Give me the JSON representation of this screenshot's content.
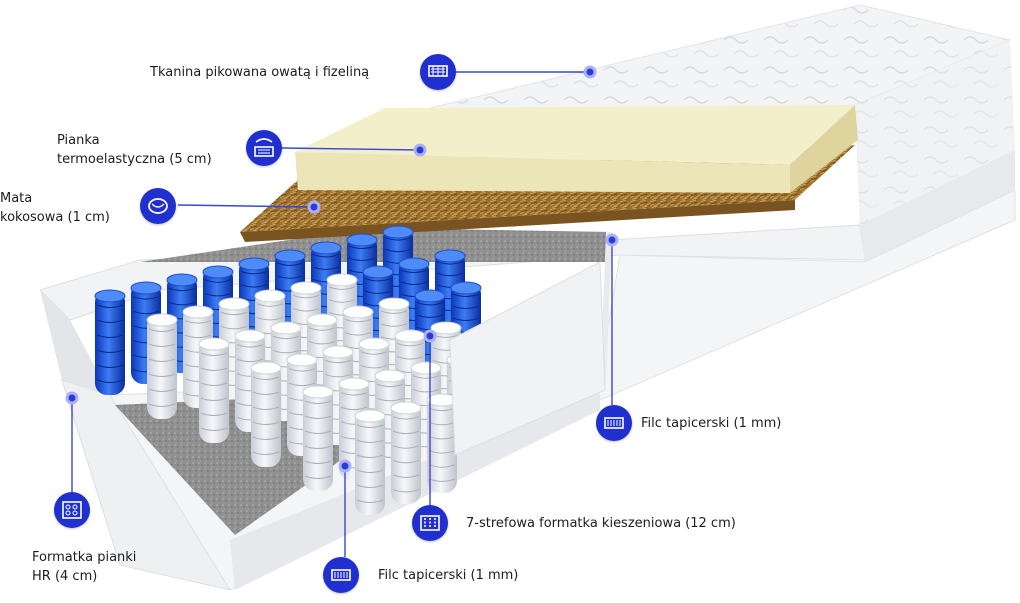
{
  "labels": {
    "quilted_fabric": "Tkanina pikowana owatą i fizeliną",
    "foam_line1": "Pianka",
    "foam_line2": "termoelastyczna (5 cm)",
    "coconut_line1": "Mata",
    "coconut_line2": "kokosowa (1 cm)",
    "felt_right": "Filc tapicerski (1 mm)",
    "pocket_springs": "7-strefowa formatka kieszeniowa (12 cm)",
    "felt_bottom": "Filc tapicerski (1 mm)",
    "hr_line1": "Formatka pianki",
    "hr_line2": "HR (4 cm)"
  },
  "icons": {
    "quilted_fabric": "quilted-fabric-icon",
    "foam": "thermoelastic-foam-icon",
    "coconut": "coconut-mat-icon",
    "felt_right": "felt-icon",
    "pocket_springs": "pocket-springs-icon",
    "felt_bottom": "felt-icon",
    "hr_foam": "hr-foam-icon"
  },
  "colors": {
    "icon_blue": "#1f2fd0",
    "spring_blue": "#1d5ee6",
    "spring_white": "#eceff3",
    "foam_yellow": "#f2edc6",
    "coconut_brown": "#a47a35",
    "felt_gray": "#8d8d8d"
  }
}
